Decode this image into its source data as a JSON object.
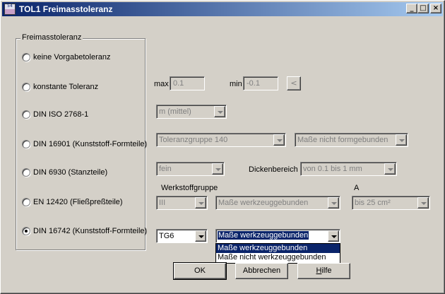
{
  "window": {
    "title": "TOL1  Freimasstoleranz",
    "icon_text": "54",
    "controls": {
      "minimize": "_",
      "maximize": "□",
      "close": "×"
    }
  },
  "group": {
    "label": "Freimasstoleranz",
    "options": [
      {
        "label": "keine Vorgabetoleranz",
        "checked": false
      },
      {
        "label": "konstante Toleranz",
        "checked": false
      },
      {
        "label": "DIN ISO 2768-1",
        "checked": false
      },
      {
        "label": "DIN 16901 (Kunststoff-Formteile)",
        "checked": false
      },
      {
        "label": "DIN 6930 (Stanzteile)",
        "checked": false
      },
      {
        "label": "EN 12420 (Fließpreßteile)",
        "checked": false
      },
      {
        "label": "DIN 16742 (Kunststoff-Formteile)",
        "checked": true
      }
    ]
  },
  "konstant": {
    "max_label": "max",
    "max_value": "0.1",
    "min_label": "min",
    "min_value": "-0.1",
    "arrow_button": "<"
  },
  "iso2768": {
    "value": "m (mittel)"
  },
  "din16901": {
    "group_value": "Toleranzgruppe 140",
    "type_value": "Maße nicht formgebunden"
  },
  "din6930": {
    "value": "fein",
    "dicken_label": "Dickenbereich",
    "dicken_value": "von 0.1 bis 1 mm"
  },
  "en12420": {
    "werkstoff_label": "Werkstoffgruppe",
    "a_label": "A",
    "werkstoff_value": "III",
    "type_value": "Maße werkzeuggebunden",
    "a_value": "bis 25 cm²"
  },
  "din16742": {
    "tg_value": "TG6",
    "type_value": "Maße werkzeuggebunden",
    "dropdown_options": [
      "Maße werkzeuggebunden",
      "Maße nicht werkzeuggebunden"
    ],
    "dropdown_selected_index": 0
  },
  "buttons": {
    "ok": "OK",
    "cancel": "Abbrechen",
    "help_first": "H",
    "help_rest": "ilfe"
  },
  "colors": {
    "titlebar_start": "#0a246a",
    "titlebar_end": "#a6caf0",
    "face": "#d4d0c8",
    "selection": "#0a246a"
  }
}
